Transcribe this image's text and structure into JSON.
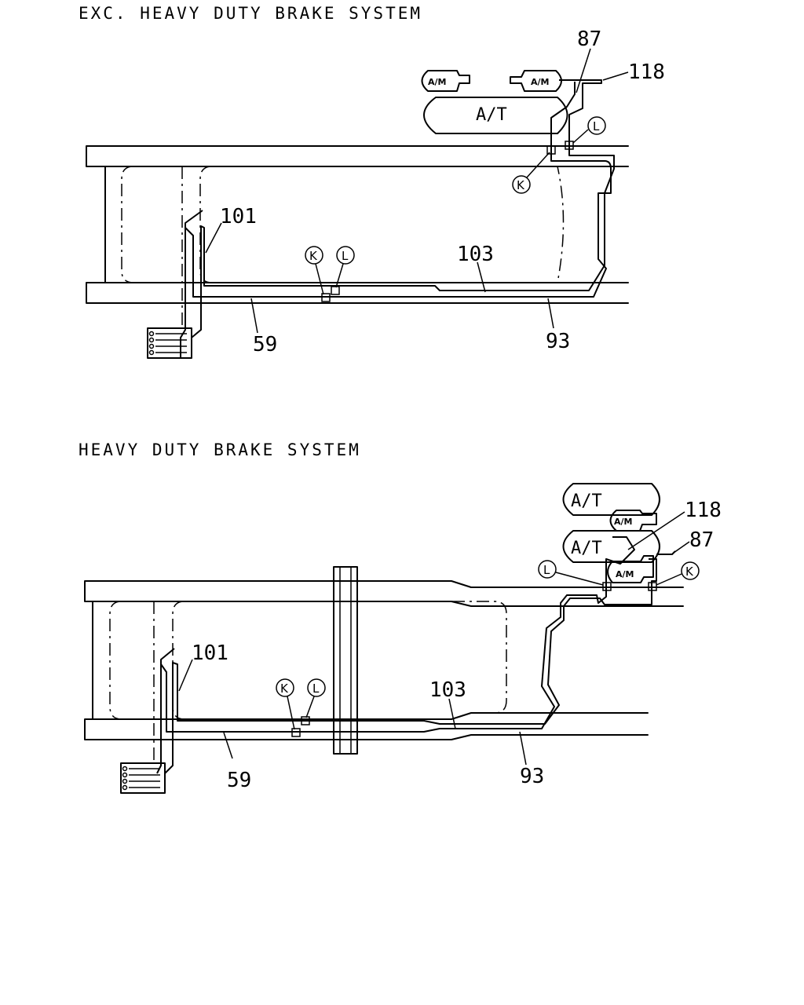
{
  "top_diagram": {
    "title": "EXC. HEAVY DUTY BRAKE SYSTEM",
    "tank_label": "A/T",
    "module_labels": [
      "A/M",
      "A/M"
    ],
    "part_labels": {
      "p87": "87",
      "p118": "118",
      "p101": "101",
      "p103": "103",
      "p59": "59",
      "p93": "93"
    },
    "connector_labels": {
      "k_upper": "K",
      "l_upper": "L",
      "k_lower": "K",
      "l_lower": "L"
    }
  },
  "bottom_diagram": {
    "title": "HEAVY DUTY BRAKE SYSTEM",
    "tank_labels": [
      "A/T",
      "A/T"
    ],
    "module_labels": [
      "A/M",
      "A/M"
    ],
    "part_labels": {
      "p118": "118",
      "p87": "87",
      "p101": "101",
      "p103": "103",
      "p59": "59",
      "p93": "93"
    },
    "connector_labels": {
      "l_upper": "L",
      "k_upper": "K",
      "k_lower": "K",
      "l_lower": "L"
    }
  }
}
